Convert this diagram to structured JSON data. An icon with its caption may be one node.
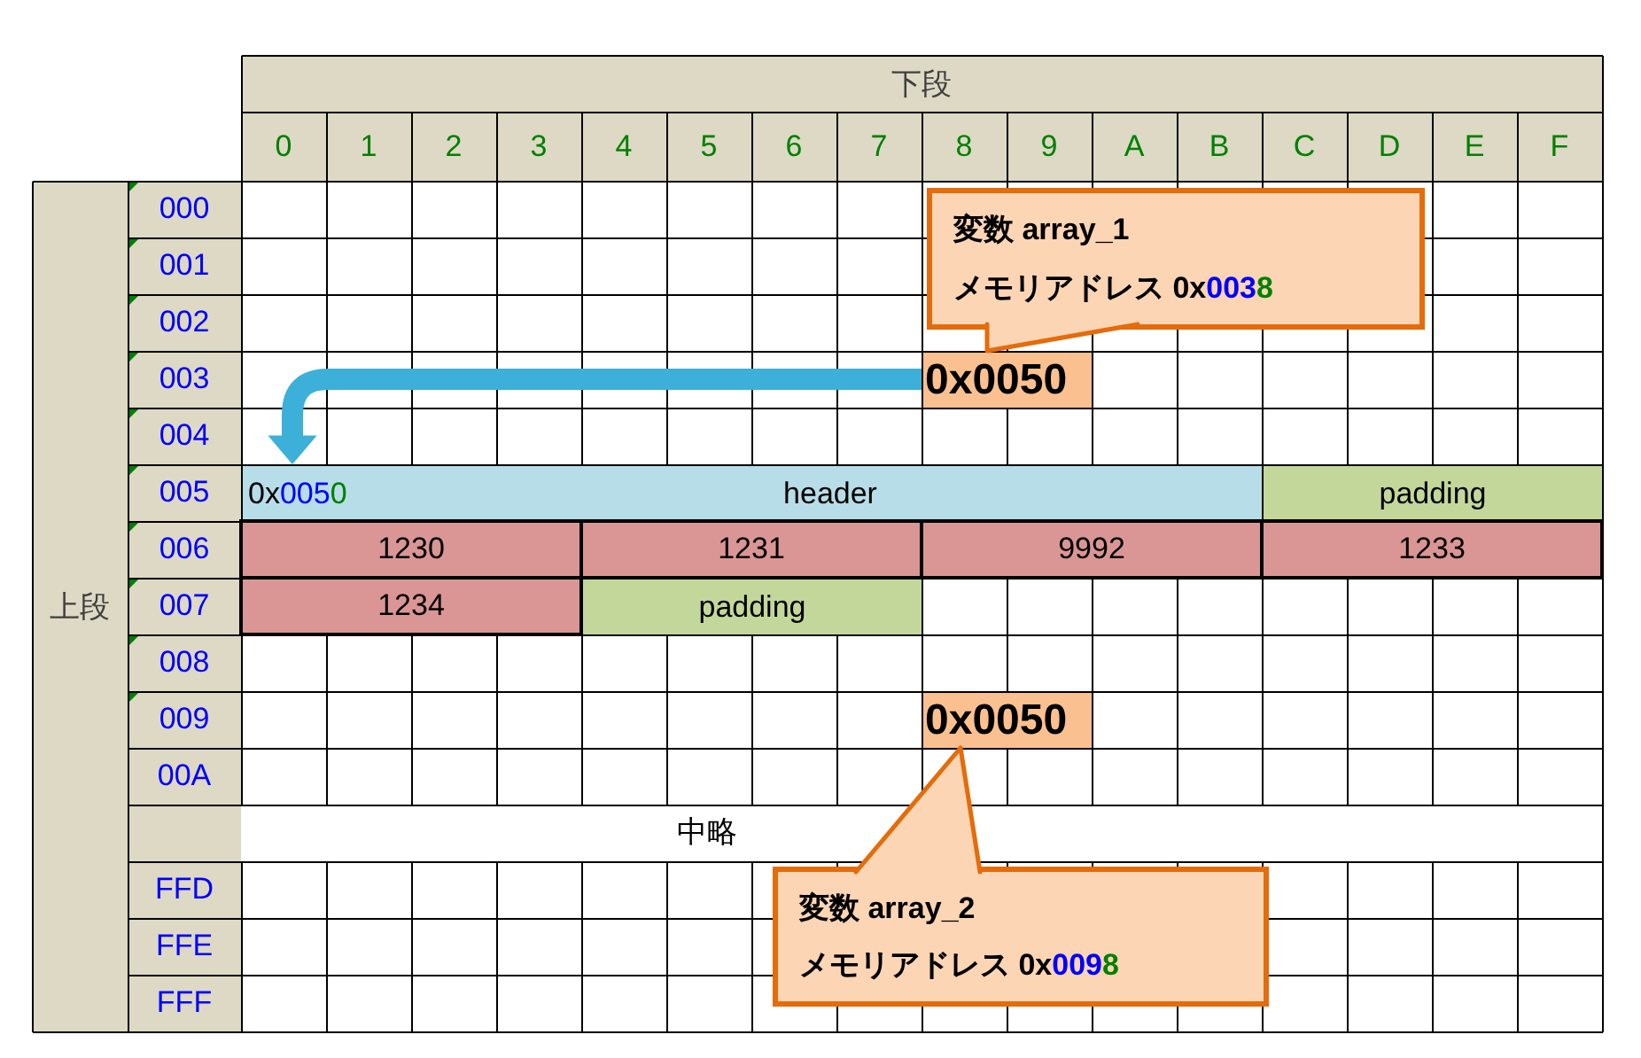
{
  "diagram": {
    "nodes": [
      {
        "text": [
          "変数 array_1",
          "メモリアドレス 0x0038"
        ]
      },
      {
        "text": [
          "0x0050"
        ]
      },
      {
        "text": [
          "0x0050",
          "header"
        ]
      },
      {
        "text": [
          "padding"
        ]
      },
      {
        "text": [
          "1230"
        ]
      },
      {
        "text": [
          "1231"
        ]
      },
      {
        "text": [
          "9992"
        ]
      },
      {
        "text": [
          "1233"
        ]
      },
      {
        "text": [
          "1234"
        ]
      },
      {
        "text": [
          "padding"
        ]
      },
      {
        "text": [
          "0x0050"
        ]
      },
      {
        "text": [
          "変数 array_2",
          "メモリアドレス 0x0098"
        ]
      }
    ],
    "edges": [
      {
        "from": 0,
        "to": 1,
        "arrow": "none"
      },
      {
        "from": 1,
        "to": 2,
        "arrow": "to",
        "style": "thick",
        "color": "#3cb0d8"
      },
      {
        "from": 11,
        "to": 10,
        "arrow": "none"
      }
    ],
    "labels": [
      "下段",
      "0",
      "1",
      "2",
      "3",
      "4",
      "5",
      "6",
      "7",
      "8",
      "9",
      "A",
      "B",
      "C",
      "D",
      "E",
      "F",
      "上段",
      "000",
      "001",
      "002",
      "003",
      "004",
      "005",
      "006",
      "007",
      "008",
      "009",
      "00A",
      "中略",
      "FFD",
      "FFE",
      "FFF"
    ]
  }
}
